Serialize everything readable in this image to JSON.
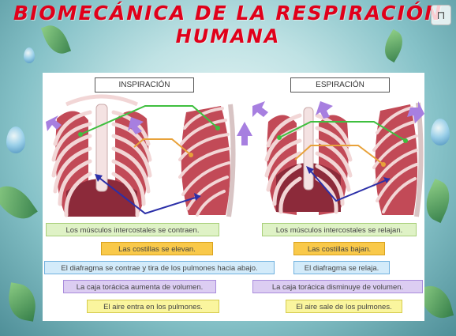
{
  "title": {
    "line1": "BIOMECÁNICA DE LA RESPIRACIÓN",
    "line2": "HUMANA"
  },
  "bookmark_icon": "bookmark-icon",
  "inspiracion": {
    "header": "INSPIRACIÓN",
    "steps": [
      "Los músculos intercostales se contraen.",
      "Las costillas se elevan.",
      "El diafragma se contrae y tira de los pulmones hacia abajo.",
      "La caja torácica aumenta de volumen.",
      "El aire entra en los pulmones."
    ]
  },
  "espiracion": {
    "header": "ESPIRACIÓN",
    "steps": [
      "Los músculos intercostales se relajan.",
      "Las costillas bajan.",
      "El diafragma se relaja.",
      "La caja torácica disminuye de volumen.",
      "El aire sale de los pulmones."
    ]
  },
  "colors": {
    "title": "#e0001a",
    "green_line": "#3fbf3f",
    "orange_line": "#e8a23a",
    "blue_line": "#2b2fa8",
    "arrow": "#a77fe0",
    "lung": "#c24a57",
    "rib": "#f2d6d6"
  }
}
